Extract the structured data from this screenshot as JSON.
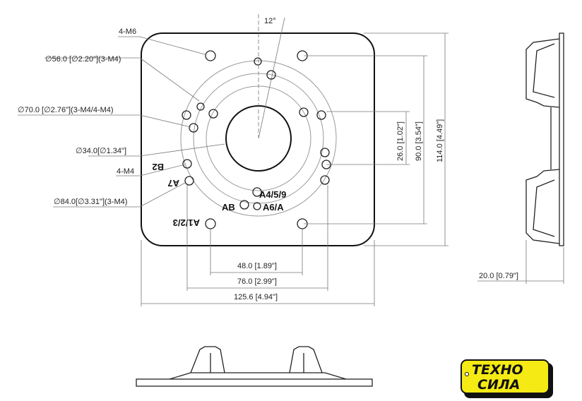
{
  "labels": {
    "angle": "12°",
    "m6": "4-M6",
    "d56": "∅56.0 [∅2.20\"](3-M4)",
    "d70": "∅70.0 [∅2.76\"](3-M4/4-M4)",
    "d34": "∅34.0[∅1.34\"]",
    "m4": "4-M4",
    "d84": "∅84.0[∅3.31\"](3-M4)",
    "dim26": "26.0 [1.02\"]",
    "dim90": "90.0 [3.54\"]",
    "dim114": "114.0 [4.49\"]",
    "dim48": "48.0 [1.89\"]",
    "dim76": "76.0 [2.99\"]",
    "dim125": "125.6 [4.94\"]",
    "dim20": "20.0 [0.79\"]"
  },
  "markings": {
    "b2": "B2",
    "a7": "A7",
    "a123": "A1/2/3",
    "a459": "A4/5/9",
    "a6a": "A6/A",
    "ab": "AB"
  },
  "logo": {
    "line1": "ТЕХНО",
    "line2": "СИЛА",
    "bg": "#f5ea14"
  }
}
